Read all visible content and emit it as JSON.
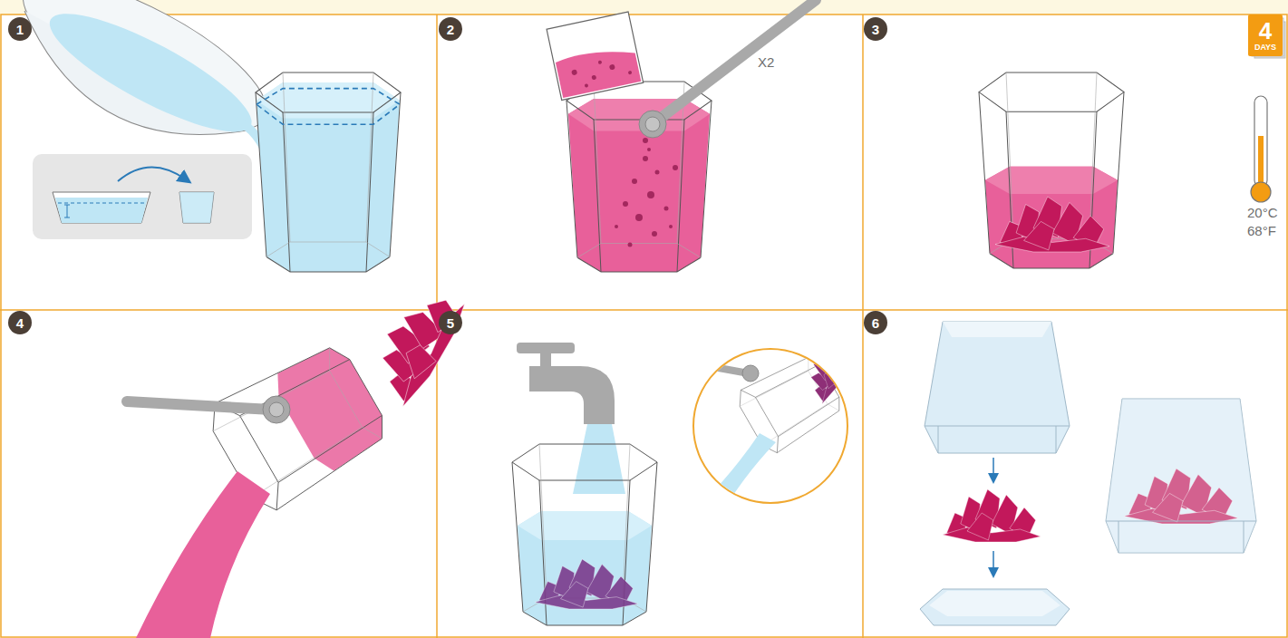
{
  "diagram": {
    "nodes": [
      {
        "text": [
          "1"
        ]
      },
      {
        "text": [
          "2"
        ]
      },
      {
        "text": [
          "3"
        ]
      },
      {
        "text": [
          "4",
          "DAYS"
        ]
      },
      {
        "text": [
          "4"
        ]
      },
      {
        "text": [
          "5"
        ]
      },
      {
        "text": [
          "6"
        ]
      }
    ],
    "labels": [
      "X2",
      "20°C",
      "68°F"
    ]
  }
}
